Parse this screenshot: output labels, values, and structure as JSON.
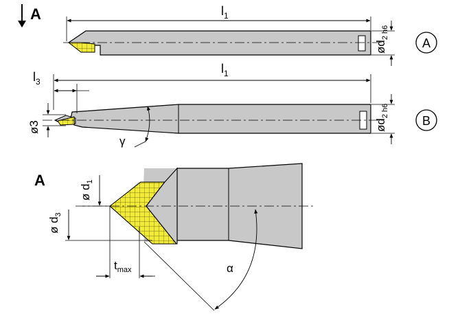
{
  "view_marker": "A",
  "variants": [
    "A",
    "B"
  ],
  "labels": {
    "l1": "l",
    "l1_sub": "1",
    "l3": "l",
    "l3_sub": "3",
    "d2": "ød",
    "d2_sub": "2 h6",
    "d3_small": "ø3",
    "gamma": "γ",
    "d1": "ø d",
    "d1_sub": "1",
    "d3": "ø d",
    "d3_sub": "3",
    "tmax": "t",
    "tmax_sub": "max",
    "alpha": "α"
  },
  "colors": {
    "body": "#c8c8c8",
    "carbide": "#f2ea3a",
    "line": "#000000"
  }
}
